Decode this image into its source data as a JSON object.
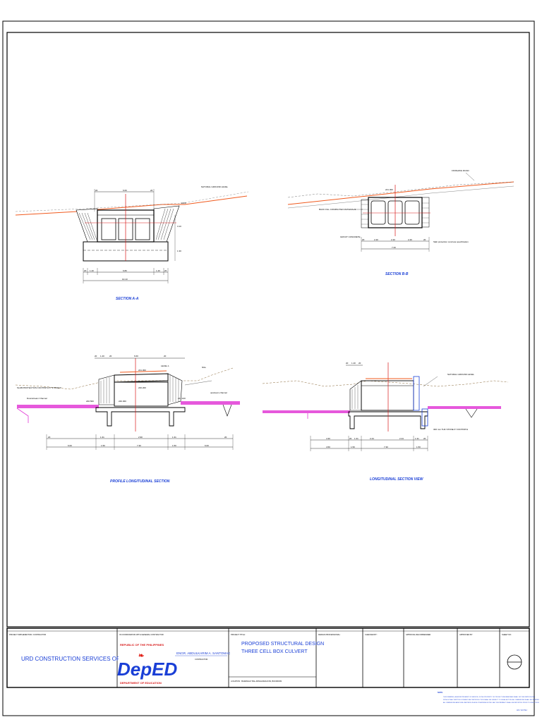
{
  "sections": {
    "a": {
      "title": "SECTION A-A",
      "ground_label": "NATURAL GROUND LEVEL",
      "dims_top": [
        "20",
        "6.60",
        "20"
      ],
      "dims_bottom": [
        "20",
        "1.40",
        "6.80",
        "1.40",
        "20"
      ],
      "overall": "10.10",
      "side_dims": [
        "3.10",
        "1.30"
      ],
      "elev": "4.000"
    },
    "b": {
      "title": "SECTION B-B",
      "ground_label": "FINISHING ROAD",
      "backfill_label": "BACK FILL COMPACTED MATERIALS",
      "grout_label": "GROUT CONCRETE",
      "slope_label": "Slab protection concrete specification",
      "dims_bottom": [
        "20",
        "2.40",
        "2.40",
        "2.40",
        "20"
      ],
      "overall": "7.20",
      "elev": "241.300"
    },
    "profile": {
      "title": "PROFILE LONGITUDINAL SECTION",
      "left_label": "SLAB PROTECTION FOOTPATH 8\" STONE 6\"",
      "left_sub": "Downstream Channel",
      "level_label": "LEVEL 1",
      "ngl_label": "NGL",
      "upstream_label": "upstream channel",
      "dims_top": [
        "20",
        "1.40",
        "20",
        "6.60",
        "20"
      ],
      "dims_mid": [
        "20",
        "1.31",
        "2.90",
        "1.31",
        "20"
      ],
      "dims_bottom": [
        "6.00",
        "1.50",
        "7.30",
        "1.50",
        "6.00"
      ],
      "elevs": [
        "241.300",
        "240.200",
        "240.500",
        "240.300",
        "241.100"
      ]
    },
    "longitudinal": {
      "title": "LONGITUDINAL SECTION VIEW",
      "ground_label": "NATURAL GROUND LEVEL",
      "footpath_label": "300 mm THK STONE 6\" FOOTPATH",
      "dims_top": [
        "20",
        "1.40",
        "20"
      ],
      "dims_mid": [
        "4.30",
        "20",
        "1.31",
        "2.44",
        "2.44",
        "1.31",
        "20"
      ],
      "dims_bottom": [
        "4.50",
        "1.50",
        "7.30",
        "1.50"
      ]
    }
  },
  "title_block": {
    "implementor_label": "PROJECT IMPLEMENTOR / CONTRACTOR",
    "company": "URD CONSTRUCTION SERVICES OPC",
    "coordination_label": "IN COORDINATION WITH GENERAL CONTRACTOR",
    "deped_top": "REPUBLIC OF THE PHILIPPINES",
    "deped_logo": "DepED",
    "deped_bottom": "DEPARTMENT OF EDUCATION",
    "engineer_name": "ENGR. ABDULKARIM A. SANTOMAC",
    "engineer_role": "CONTRACTOR",
    "project_title_label": "PROJECT TITLE :",
    "project_line1": "PROPOSED STRUCTURAL DESIGN",
    "project_line2": "THREE CELL BOX CULVERT",
    "location": "LOCATION : BARANGAY BAL-PANGANGKAYAN, BUKIDNON",
    "design_label": "DESIGN PROFESSIONAL :",
    "checked_label": "CHECKED BY :",
    "approval_label": "APPROVAL RECOMMENDED",
    "approved_label": "APPROVED BY",
    "sheet_label": "SHEET NO.",
    "note_head": "NOTE",
    "note_line1": "THIS DRAWING, AS AN INSTRUMENT OF SERVICE, IS THE PROPERTY OF PROJECT ENGINEER AND SHALL NOT BE REPRODUCED",
    "note_line2": "WITHOUT ANY WRITTEN CONSENT. ANY REPRODUCTION SHALL BE SUBJECT TO LEGAL ACTION. ALL DIMENSIONS SHALL BE VERIFIED",
    "note_line3": "ALL DIMENSIONS ARE IN MILLIMETERS UNLESS OTHERWISE NOTED. ANY DISCREPANCY SHALL BE REPORTED PRIOR TO EXECUTION.",
    "size": "A3 / A4 SH"
  },
  "colors": {
    "drawing_blue": "#1a3fd6",
    "ground_orange": "#f05a1e",
    "magenta": "#e23bd6",
    "red": "#d81a1a"
  }
}
